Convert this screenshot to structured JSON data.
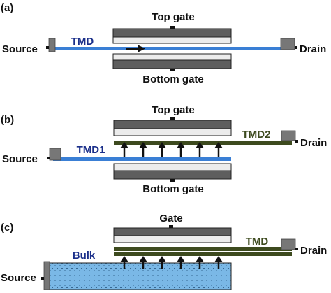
{
  "panels": [
    {
      "id": "a",
      "label": "(a)",
      "top_gate": "Top gate",
      "bottom_gate": "Bottom gate",
      "channel": "TMD",
      "source": "Source",
      "drain": "Drain"
    },
    {
      "id": "b",
      "label": "(b)",
      "top_gate": "Top gate",
      "bottom_gate": "Bottom gate",
      "channel_1": "TMD1",
      "channel_2": "TMD2",
      "source": "Source",
      "drain": "Drain"
    },
    {
      "id": "c",
      "label": "(c)",
      "gate": "Gate",
      "bulk": "Bulk",
      "channel": "TMD",
      "source": "Source",
      "drain": "Drain"
    }
  ],
  "colors": {
    "tmd_blue": "#3a7fd5",
    "label_blue": "#1a2f8a",
    "tmd_dark_green": "#3d4a1e",
    "gate_dark": "#5e5e5e",
    "gate_light": "#ececec",
    "contact_gray": "#777777",
    "bulk_fill": "#7ab8e6"
  }
}
